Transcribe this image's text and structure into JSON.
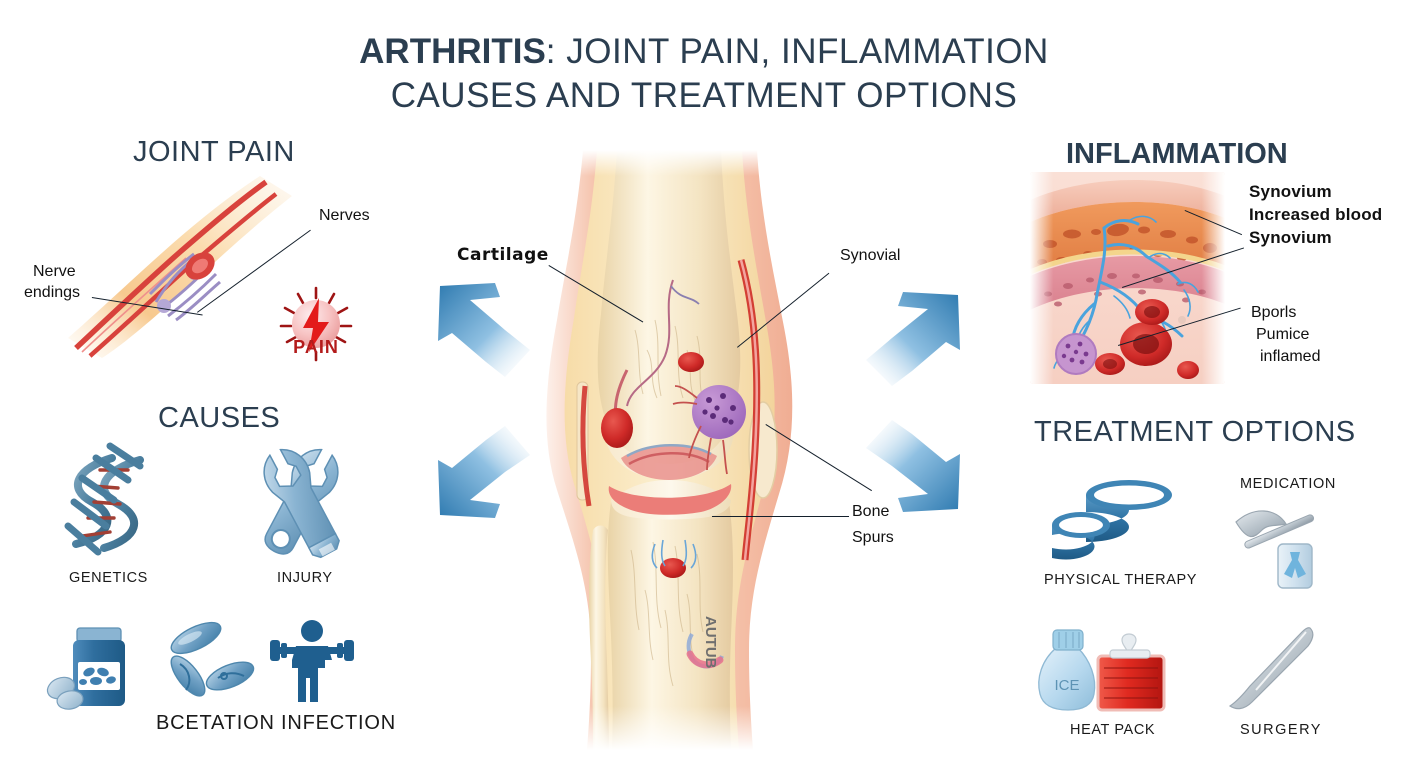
{
  "title": {
    "bold_word": "ARTHRITIS",
    "line1_rest": ": JOINT PAIN, INFLAMMATION",
    "line2": "CAUSES AND TREATMENT OPTIONS"
  },
  "sections": {
    "joint_pain": "JOINT PAIN",
    "causes": "CAUSES",
    "inflammation": "INFLAMMATION",
    "treatment": "TREATMENT OPTIONS"
  },
  "joint_pain_labels": {
    "nerves": "Nerves",
    "nerve_endings_l1": "Nerve",
    "nerve_endings_l2": "endings",
    "pain": "PAIN"
  },
  "knee_labels": {
    "cartilage": "Cartilage",
    "synovial": "Synovial",
    "bone_l1": "Bone",
    "bone_l2": "Spurs"
  },
  "inflammation_labels": {
    "synovium_1": "Synovium",
    "increased_blood": "Increased blood",
    "synovium_2": "Synovium",
    "bporls": "Bporls",
    "pumice": "Pumice",
    "inflamed": "inflamed"
  },
  "causes_items": [
    {
      "label": "GENETICS",
      "icon": "dna-icon"
    },
    {
      "label": "INJURY",
      "icon": "crossed-wrenches-icon"
    },
    {
      "label": "",
      "icon": "pill-bottle-icon"
    },
    {
      "label": "BCETATION INFECTION",
      "icon": "bacteria-icon"
    },
    {
      "label": "",
      "icon": "weightlifter-icon"
    }
  ],
  "treatment_items": [
    {
      "label": "PHYSICAL THERAPY",
      "icon": "resistance-bands-icon"
    },
    {
      "label": "MEDICATION",
      "icon": "syringe-icon"
    },
    {
      "label": "HEAT PACK",
      "icon": "ice-and-heat-pack-icon"
    },
    {
      "label": "SURGERY",
      "icon": "scalpel-icon"
    }
  ],
  "ice_pack_text": "ICE",
  "watermark": "AUTUB",
  "colors": {
    "title": "#2b3e50",
    "arrow_blue": "#2e7ab0",
    "arrow_blue_light": "#cfe4f2",
    "pain_red": "#b31b1b",
    "icon_blue": "#2a6f9e",
    "icon_blue_dark": "#1a5a86",
    "bone": "#f3e3c0",
    "skin": "#f0b49a"
  }
}
